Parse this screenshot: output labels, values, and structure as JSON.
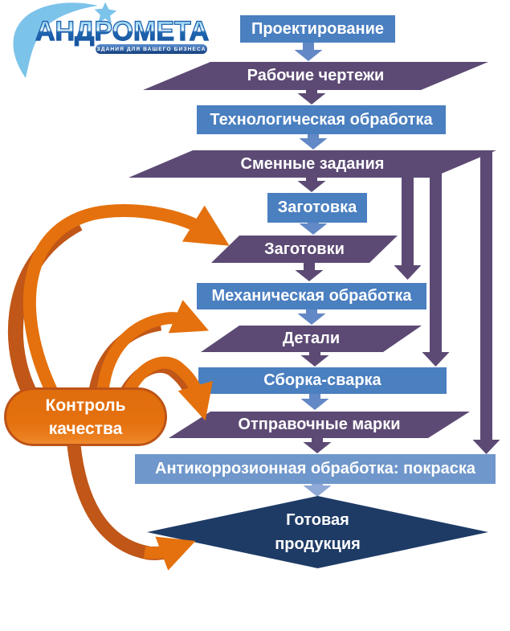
{
  "logo": {
    "brand": "АНДРОМЕТА",
    "tagline": "ЗДАНИЯ ДЛЯ ВАШЕГО БИЗНЕСА"
  },
  "flow": {
    "steps": [
      {
        "id": "design",
        "label": "Проектирование",
        "type": "process"
      },
      {
        "id": "drawings",
        "label": "Рабочие чертежи",
        "type": "data"
      },
      {
        "id": "tech",
        "label": "Технологическая обработка",
        "type": "process"
      },
      {
        "id": "tasks",
        "label": "Сменные задания",
        "type": "data"
      },
      {
        "id": "blank",
        "label": "Заготовка",
        "type": "process"
      },
      {
        "id": "blanks",
        "label": "Заготовки",
        "type": "data"
      },
      {
        "id": "machining",
        "label": "Механическая обработка",
        "type": "process"
      },
      {
        "id": "parts",
        "label": "Детали",
        "type": "data"
      },
      {
        "id": "assembly",
        "label": "Сборка-сварка",
        "type": "process"
      },
      {
        "id": "marks",
        "label": "Отправочные марки",
        "type": "data"
      },
      {
        "id": "coating",
        "label": "Антикоррозионная обработка: покраска",
        "type": "process"
      },
      {
        "id": "product",
        "label_line1": "Готовая",
        "label_line2": "продукция",
        "type": "terminal"
      }
    ]
  },
  "quality": {
    "line1": "Контроль",
    "line2": "качества"
  },
  "colors": {
    "blue_box": "#4a7fc0",
    "blue_box_light": "#6f97cb",
    "purple": "#5c4a74",
    "navy": "#1e3b66",
    "orange": "#e4710d",
    "orange_dark": "#c05617",
    "orange_border": "#bd5317",
    "arrow_blue": "#6288c5",
    "arrow_light_blue": "#8fa9d6"
  }
}
